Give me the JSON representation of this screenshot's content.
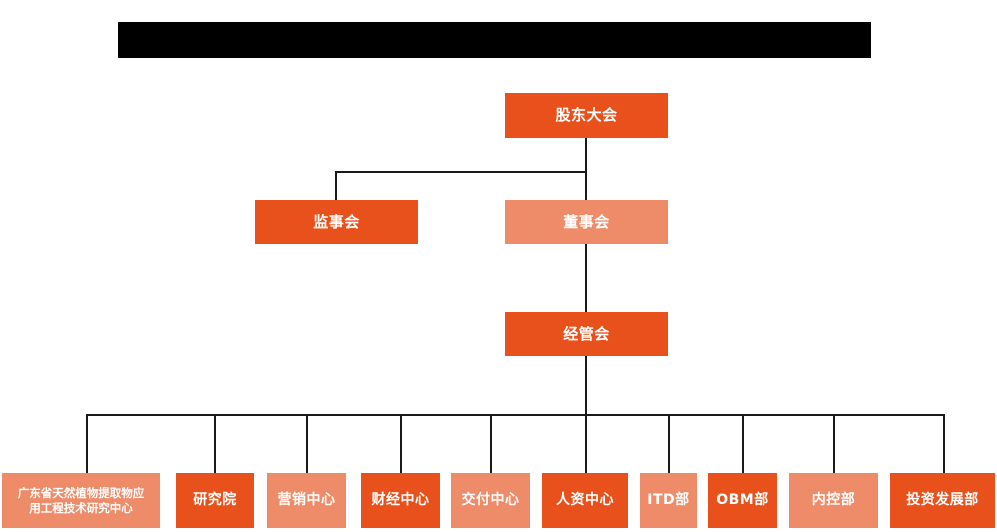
{
  "chart_data": {
    "type": "diagram",
    "diagram_type": "org-chart",
    "title": "",
    "orientation": "top-down",
    "colors": {
      "dark_orange": "#e8511b",
      "light_orange": "#ee8b68",
      "connector": "#1a1a1a",
      "background": "#ffffff",
      "redaction": "#000000",
      "text": "#ffffff"
    },
    "nodes": [
      {
        "id": "n1",
        "label": "股东大会",
        "level": 1,
        "color": "dark_orange"
      },
      {
        "id": "n2",
        "label": "监事会",
        "level": 2,
        "color": "dark_orange"
      },
      {
        "id": "n3",
        "label": "董事会",
        "level": 2,
        "color": "light_orange"
      },
      {
        "id": "n4",
        "label": "经管会",
        "level": 3,
        "color": "dark_orange"
      },
      {
        "id": "n5",
        "label": "广东省天然植物提取物应用工程技术研究中心",
        "level": 4,
        "color": "light_orange"
      },
      {
        "id": "n6",
        "label": "研究院",
        "level": 4,
        "color": "dark_orange"
      },
      {
        "id": "n7",
        "label": "营销中心",
        "level": 4,
        "color": "light_orange"
      },
      {
        "id": "n8",
        "label": "财经中心",
        "level": 4,
        "color": "dark_orange"
      },
      {
        "id": "n9",
        "label": "交付中心",
        "level": 4,
        "color": "light_orange"
      },
      {
        "id": "n10",
        "label": "人资中心",
        "level": 4,
        "color": "dark_orange"
      },
      {
        "id": "n11",
        "label": "ITD部",
        "level": 4,
        "color": "light_orange"
      },
      {
        "id": "n12",
        "label": "OBM部",
        "level": 4,
        "color": "dark_orange"
      },
      {
        "id": "n13",
        "label": "内控部",
        "level": 4,
        "color": "light_orange"
      },
      {
        "id": "n14",
        "label": "投资发展部",
        "level": 4,
        "color": "dark_orange"
      }
    ],
    "edges": [
      {
        "from": "n1",
        "to": "n2"
      },
      {
        "from": "n1",
        "to": "n3"
      },
      {
        "from": "n3",
        "to": "n4"
      },
      {
        "from": "n4",
        "to": "n5"
      },
      {
        "from": "n4",
        "to": "n6"
      },
      {
        "from": "n4",
        "to": "n7"
      },
      {
        "from": "n4",
        "to": "n8"
      },
      {
        "from": "n4",
        "to": "n9"
      },
      {
        "from": "n4",
        "to": "n10"
      },
      {
        "from": "n4",
        "to": "n11"
      },
      {
        "from": "n4",
        "to": "n12"
      },
      {
        "from": "n4",
        "to": "n13"
      },
      {
        "from": "n4",
        "to": "n14"
      }
    ]
  },
  "banner": {
    "redacted": true,
    "label": ""
  },
  "nodes": {
    "shareholders_meeting": "股东大会",
    "supervisory_board": "监事会",
    "board_of_directors": "董事会",
    "management_committee": "经管会",
    "research_center": "广东省天然植物提取物应\n用工程技术研究中心",
    "research_institute": "研究院",
    "marketing_center": "营销中心",
    "finance_center": "财经中心",
    "delivery_center": "交付中心",
    "hr_center": "人资中心",
    "itd_dept": "ITD部",
    "obm_dept": "OBM部",
    "internal_control_dept": "内控部",
    "investment_development_dept": "投资发展部"
  }
}
